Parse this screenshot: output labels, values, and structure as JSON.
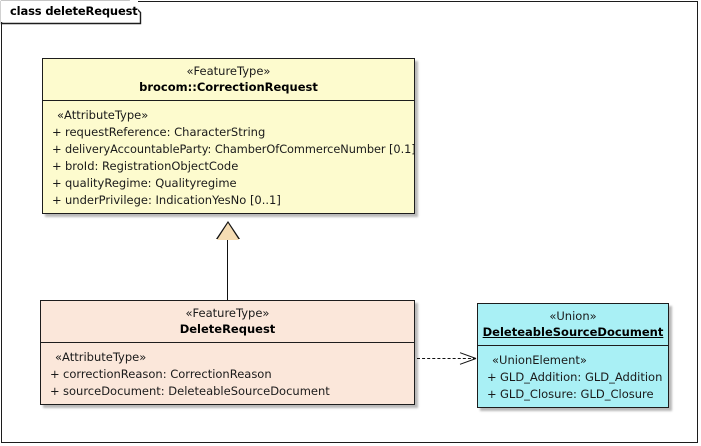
{
  "diagram": {
    "tab_label": "class deleteRequest",
    "background": "#ffffff",
    "border_color": "#1d1d1d"
  },
  "classes": {
    "correction_request": {
      "stereotype": "«FeatureType»",
      "name": "brocom::CorrectionRequest",
      "fill": "#fdfbce",
      "compartment_label": "«AttributeType»",
      "attributes": [
        {
          "visibility": "+",
          "text": "requestReference: CharacterString"
        },
        {
          "visibility": "+",
          "text": "deliveryAccountableParty: ChamberOfCommerceNumber [0.1]"
        },
        {
          "visibility": "+",
          "text": "broId: RegistrationObjectCode"
        },
        {
          "visibility": "+",
          "text": "qualityRegime: Qualityregime"
        },
        {
          "visibility": "+",
          "text": "underPrivilege: IndicationYesNo [0..1]"
        }
      ]
    },
    "delete_request": {
      "stereotype": "«FeatureType»",
      "name": "DeleteRequest",
      "fill": "#fbe7da",
      "compartment_label": "«AttributeType»",
      "attributes": [
        {
          "visibility": "+",
          "text": "correctionReason: CorrectionReason"
        },
        {
          "visibility": "+",
          "text": "sourceDocument: DeleteableSourceDocument"
        }
      ]
    },
    "deleteable_source_document": {
      "stereotype": "«Union»",
      "name": "DeleteableSourceDocument",
      "fill": "#a9f0f5",
      "compartment_label": "«UnionElement»",
      "attributes": [
        {
          "visibility": "+",
          "text": "GLD_Addition: GLD_Addition"
        },
        {
          "visibility": "+",
          "text": "GLD_Closure: GLD_Closure"
        }
      ]
    }
  },
  "connectors": {
    "generalization": {
      "kind": "generalization",
      "from": "DeleteRequest",
      "to": "brocom::CorrectionRequest",
      "head_fill": "#f5dcb3"
    },
    "dependency": {
      "kind": "dependency",
      "from": "DeleteRequest",
      "to": "DeleteableSourceDocument",
      "line_style": "dashed"
    }
  }
}
